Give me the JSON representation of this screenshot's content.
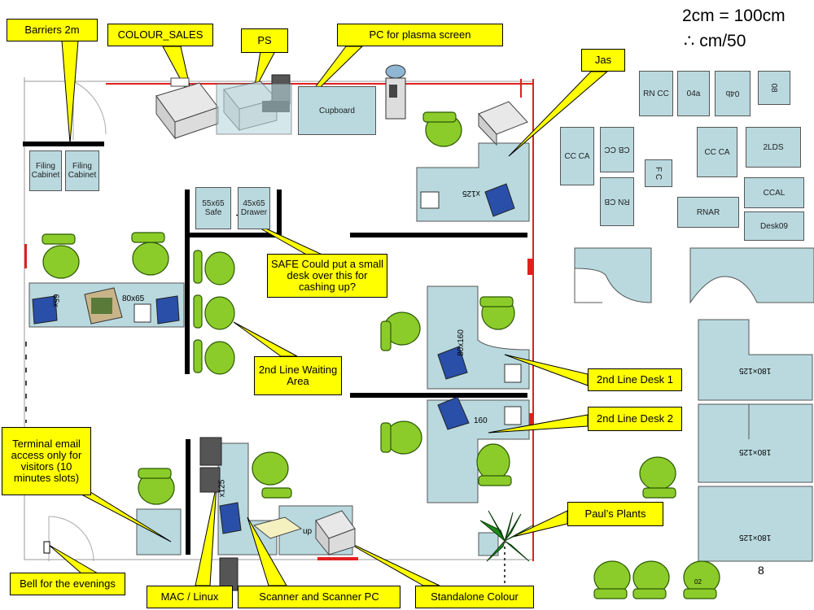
{
  "scale": {
    "line1": "2cm = 100cm",
    "line2": "∴ cm/50"
  },
  "page_number": "8",
  "callouts": {
    "barriers": "Barriers 2m",
    "colour_sales": "COLOUR_SALES",
    "ps": "PS",
    "pc_plasma": "PC for plasma screen",
    "jas": "Jas",
    "safe_note": "SAFE    Could put a small desk over this for cashing up?",
    "waiting": "2nd Line Waiting Area",
    "desk1": "2nd Line Desk 1",
    "desk2": "2nd Line Desk 2",
    "terminal": "Terminal email access only for visitors (10 minutes slots)",
    "bell": "Bell for the evenings",
    "mac_linux": "MAC / Linux",
    "scanner": "Scanner and Scanner PC",
    "standalone": "Standalone Colour",
    "plants": "Paul’s Plants"
  },
  "furniture": {
    "cupboard": "Cupboard",
    "filing1": "Filing Cabinet",
    "filing2": "Filing Cabinet",
    "safe": "55x65 Safe",
    "drawer": "45x65 Drawer",
    "desk_65": "65x",
    "desk_80": "80x65",
    "desk_125": "x125",
    "desk_160a": "80x160",
    "desk_160b": "160",
    "desk_125b": "x125",
    "up": "up"
  },
  "right_desks": {
    "rncc": "RN CC",
    "d04a": "04a",
    "d04b": "04b",
    "d08": "08",
    "ccca1": "CC CA",
    "cbcc": "CB CC",
    "ccca2": "CC CA",
    "lds": "2LDS",
    "fc": "F C",
    "rncb": "RN CB",
    "rnar": "RNAR",
    "ccal": "CCAL",
    "desk09": "Desk09",
    "big1": "180×125",
    "big2": "180×125",
    "big3": "180×125",
    "chair02": "02"
  }
}
